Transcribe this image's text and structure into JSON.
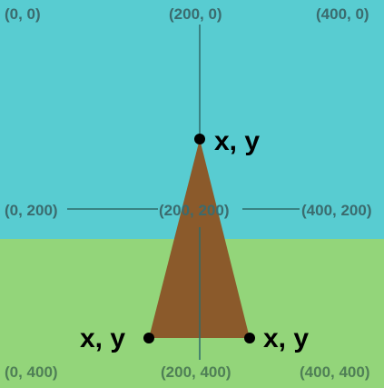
{
  "colors": {
    "sky": "#58ccd1",
    "grass": "#93d57a",
    "tent": "#8b5a2b",
    "guide": "#2f6b6b",
    "point": "#000000"
  },
  "coordinates": {
    "top_left": "(0, 0)",
    "top_center": "(200, 0)",
    "top_right": "(400, 0)",
    "middle_left": "(0, 200)",
    "center": "(200, 200)",
    "middle_right": "(400, 200)",
    "bottom_left": "(0, 400)",
    "bottom_center": "(200, 400)",
    "bottom_right": "(400, 400)"
  },
  "points": [
    {
      "name": "apex",
      "label": "x, y"
    },
    {
      "name": "bottom-left",
      "label": "x, y"
    },
    {
      "name": "bottom-right",
      "label": "x, y"
    }
  ]
}
